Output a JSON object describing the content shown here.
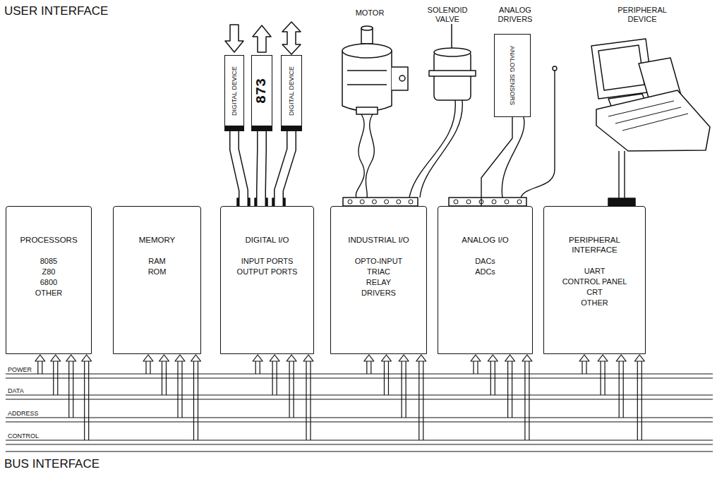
{
  "diagram": {
    "nodes": [
      {
        "text": [
          "DIGITAL DEVICE"
        ]
      },
      {
        "text": [
          "873"
        ]
      },
      {
        "text": [
          "DIGITAL DEVICE"
        ]
      },
      {
        "text": [
          "ANALOG SENSORS"
        ]
      },
      {
        "text": [
          "PROCESSORS",
          "8085",
          "Z80",
          "6800",
          "OTHER"
        ]
      },
      {
        "text": [
          "MEMORY",
          "RAM",
          "ROM"
        ]
      },
      {
        "text": [
          "DIGITAL I/O",
          "INPUT PORTS",
          "OUTPUT PORTS"
        ]
      },
      {
        "text": [
          "INDUSTRIAL I/O",
          "OPTO-INPUT",
          "TRIAC",
          "RELAY",
          "DRIVERS"
        ]
      },
      {
        "text": [
          "ANALOG I/O",
          "DACs",
          "ADCs"
        ]
      },
      {
        "text": [
          "PERIPHERAL INTERFACE",
          "UART",
          "CONTROL PANEL",
          "CRT",
          "OTHER"
        ]
      }
    ],
    "edges": [
      {
        "from": 0,
        "to": 6,
        "arrow": "none"
      },
      {
        "from": 1,
        "to": 6,
        "arrow": "none"
      },
      {
        "from": 2,
        "to": 6,
        "arrow": "none"
      },
      {
        "from": 3,
        "to": 8,
        "arrow": "none"
      }
    ],
    "labels": [
      "USER INTERFACE",
      "MOTOR",
      "SOLENOID VALVE",
      "ANALOG DRIVERS",
      "PERIPHERAL DEVICE",
      "POWER",
      "DATA",
      "ADDRESS",
      "CONTROL",
      "BUS INTERFACE"
    ]
  }
}
